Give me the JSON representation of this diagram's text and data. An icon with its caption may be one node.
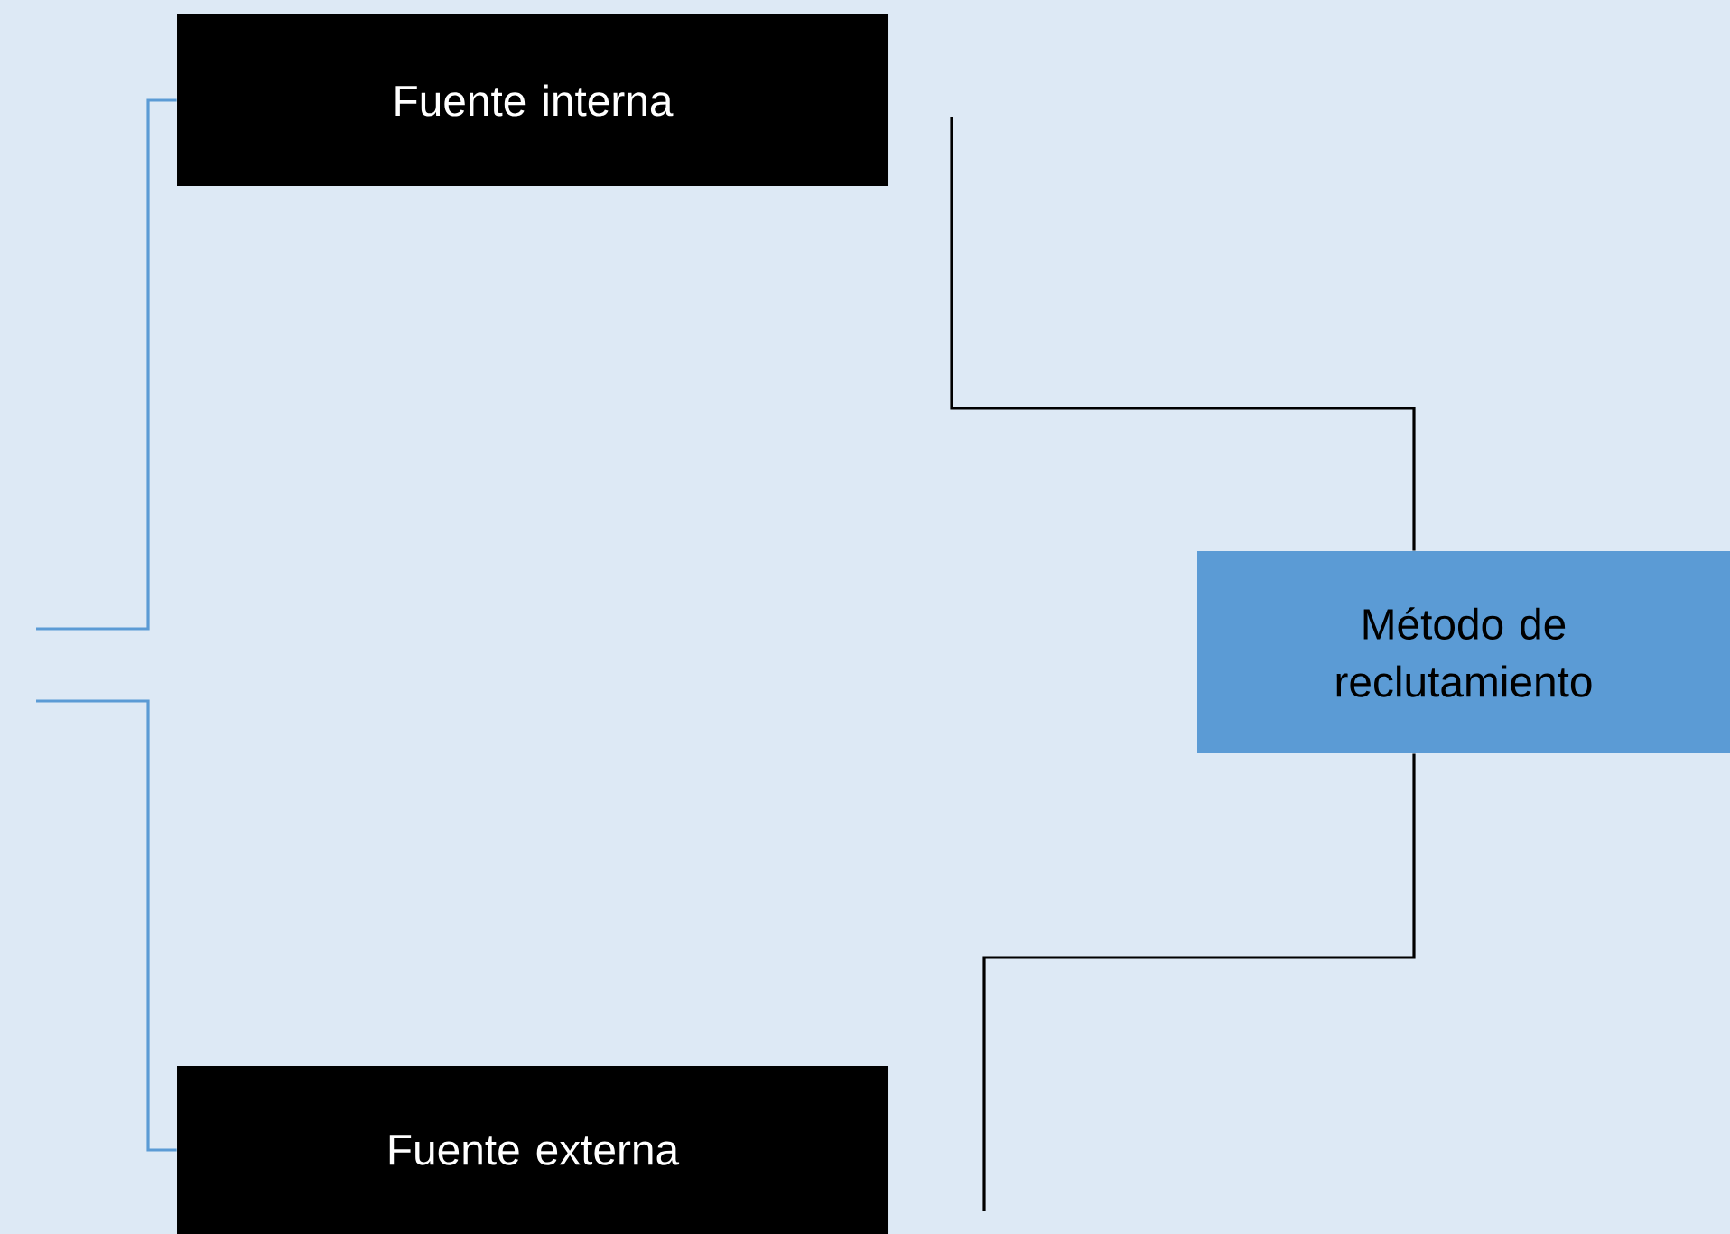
{
  "diagram": {
    "nodes": [
      {
        "text": [
          "Fuente interna"
        ]
      },
      {
        "text": [
          "Fuente externa"
        ]
      },
      {
        "text": [
          "Método de reclutamiento"
        ]
      }
    ],
    "edges": [
      {
        "from": null,
        "to": 0,
        "arrow": "none",
        "color": "#5b9bd5"
      },
      {
        "from": null,
        "to": 1,
        "arrow": "none",
        "color": "#5b9bd5"
      },
      {
        "from": null,
        "to": 2,
        "arrow": "none",
        "color": "#000000"
      },
      {
        "from": null,
        "to": 2,
        "arrow": "none",
        "color": "#000000"
      }
    ]
  }
}
